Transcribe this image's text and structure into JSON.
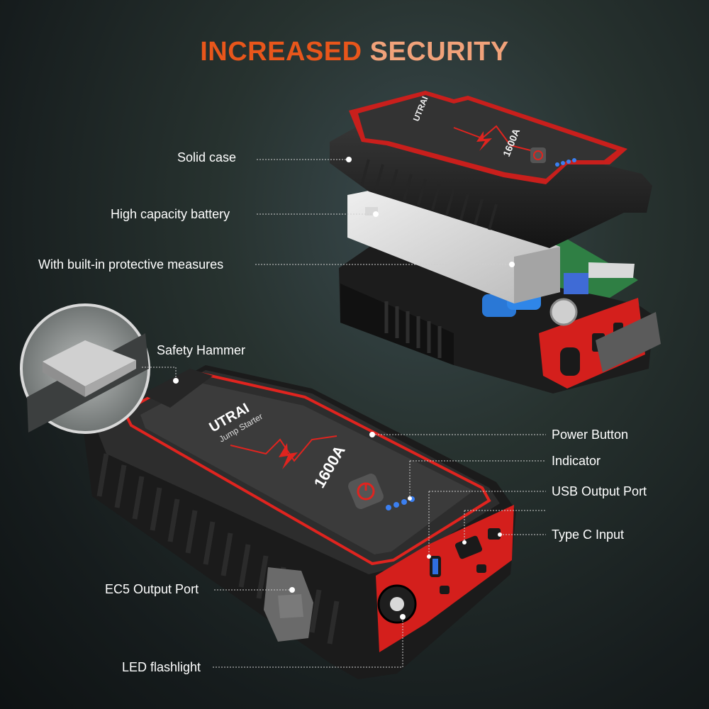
{
  "title": {
    "word1": "INCREASED",
    "word2": "SECURITY"
  },
  "brand": {
    "name": "UTRAI",
    "sub": "Jump Starter",
    "rating": "1600A"
  },
  "callouts": {
    "solid_case": "Solid case",
    "battery": "High capacity battery",
    "protective": "With built-in protective measures",
    "hammer": "Safety Hammer",
    "power_button": "Power Button",
    "indicator": "Indicator",
    "usb_output": "USB Output Port",
    "type_c": "Type C Input",
    "ec5": "EC5 Output Port",
    "flashlight": "LED flashlight"
  },
  "colors": {
    "accent_red": "#e0241f",
    "title_orange": "#e8561b",
    "title_peach": "#f1a27a",
    "body_black": "#1f1f1f",
    "led_blue": "#3b7ff0"
  }
}
